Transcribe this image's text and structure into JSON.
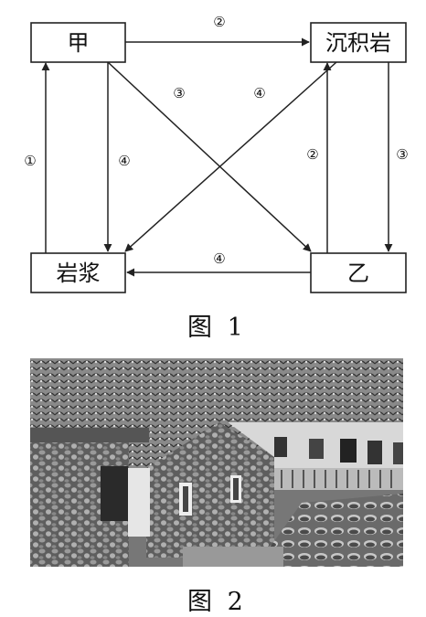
{
  "figure1": {
    "nodes": [
      {
        "id": "jia",
        "label": "甲"
      },
      {
        "id": "sed",
        "label": "沉积岩"
      },
      {
        "id": "magma",
        "label": "岩浆"
      },
      {
        "id": "yi",
        "label": "乙"
      }
    ],
    "edges": [
      {
        "from": "jia",
        "to": "sed",
        "label": "②"
      },
      {
        "from": "jia",
        "to": "yi",
        "label": "③"
      },
      {
        "from": "sed",
        "to": "magma",
        "label": "④"
      },
      {
        "from": "magma",
        "to": "jia",
        "label": "①"
      },
      {
        "from": "jia",
        "to": "magma",
        "label": "④"
      },
      {
        "from": "yi",
        "to": "sed",
        "label": "②"
      },
      {
        "from": "sed",
        "to": "yi",
        "label": "③"
      },
      {
        "from": "yi",
        "to": "magma",
        "label": "④"
      }
    ],
    "caption": "图 1"
  },
  "figure2": {
    "caption": "图 2"
  }
}
